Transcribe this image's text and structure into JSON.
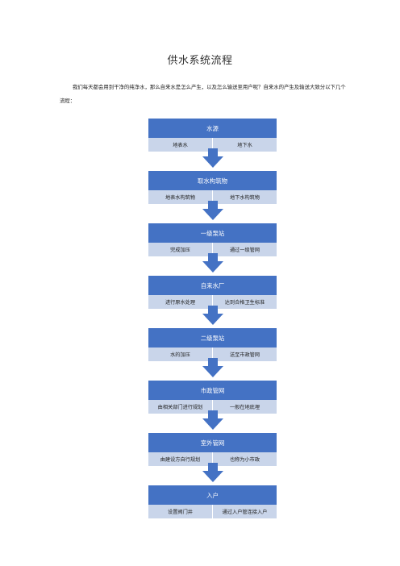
{
  "title": "供水系统流程",
  "intro": "我们每天都会用到干净的纯净水，那么自来水是怎么产生，以及怎么输送至用户呢？自来水的产生及输送大致分以下几个流程：",
  "steps": [
    {
      "head": "水源",
      "items": [
        "地表水",
        "地下水"
      ]
    },
    {
      "head": "取水构筑物",
      "items": [
        "地表水构筑物",
        "地下水构筑物"
      ]
    },
    {
      "head": "一级泵站",
      "items": [
        "完成加压",
        "通过一级管网"
      ]
    },
    {
      "head": "自来水厂",
      "items": [
        "进行原水处理",
        "达到合格卫生标准"
      ]
    },
    {
      "head": "二级泵站",
      "items": [
        "水的加压",
        "送至市政管网"
      ]
    },
    {
      "head": "市政管网",
      "items": [
        "由相关部门进行规划",
        "一般在地底埋"
      ]
    },
    {
      "head": "室外管网",
      "items": [
        "由建设方自行规划",
        "也称为小市政"
      ]
    },
    {
      "head": "入户",
      "items": [
        "设置阀门井",
        "通过入户管连接入户"
      ]
    }
  ],
  "colors": {
    "head": "#4472c4",
    "row": "#c9d5ea"
  },
  "icons": {
    "arrow": "down-arrow-icon"
  }
}
